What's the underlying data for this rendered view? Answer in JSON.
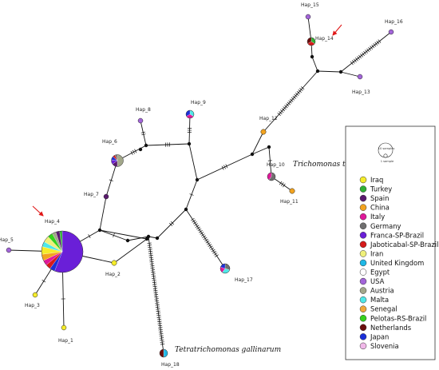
{
  "colors": {
    "Iraq": "#f5ec2a",
    "Turkey": "#2fb034",
    "Spain": "#5a1a6e",
    "China": "#f2a31f",
    "Italy": "#e0189a",
    "Germany": "#6f6f6f",
    "Franca-SP-Brazil": "#6a1fd8",
    "Jaboticabal-SP-Brazil": "#d61a1a",
    "Iran": "#eff07a",
    "United Kingdom": "#1fb8e6",
    "Egypt": "#ffffff",
    "USA": "#a365d9",
    "Austria": "#a2a78a",
    "Malta": "#4fe8e8",
    "Senegal": "#f0a838",
    "Pelotas-RS-Brazil": "#35d11c",
    "Netherlands": "#6a0d0d",
    "Japan": "#1a2fd8",
    "Slovenia": "#f0b8e8"
  },
  "haplotypes": [
    {
      "label": "Hap_1",
      "composition": [
        {
          "country": "Iraq",
          "share": 1
        }
      ]
    },
    {
      "label": "Hap_2",
      "composition": [
        {
          "country": "Iraq",
          "share": 1
        }
      ]
    },
    {
      "label": "Hap_3",
      "composition": [
        {
          "country": "Iraq",
          "share": 1
        }
      ]
    },
    {
      "label": "Hap_4",
      "composition": [
        {
          "country": "Franca-SP-Brazil",
          "share": 0.56
        },
        {
          "country": "Japan",
          "share": 0.04
        },
        {
          "country": "Jaboticabal-SP-Brazil",
          "share": 0.04
        },
        {
          "country": "Italy",
          "share": 0.04
        },
        {
          "country": "China",
          "share": 0.05
        },
        {
          "country": "Iraq",
          "share": 0.06
        },
        {
          "country": "Malta",
          "share": 0.04
        },
        {
          "country": "Iran",
          "share": 0.05
        },
        {
          "country": "Pelotas-RS-Brazil",
          "share": 0.04
        },
        {
          "country": "Austria",
          "share": 0.03
        },
        {
          "country": "Spain",
          "share": 0.03
        },
        {
          "country": "Turkey",
          "share": 0.02
        }
      ]
    },
    {
      "label": "Hap_5",
      "composition": [
        {
          "country": "USA",
          "share": 1
        }
      ]
    },
    {
      "label": "Hap_6",
      "composition": [
        {
          "country": "Austria",
          "share": 0.5
        },
        {
          "country": "Spain",
          "share": 0.15
        },
        {
          "country": "Franca-SP-Brazil",
          "share": 0.12
        },
        {
          "country": "Japan",
          "share": 0.1
        },
        {
          "country": "Jaboticabal-SP-Brazil",
          "share": 0.07
        },
        {
          "country": "Germany",
          "share": 0.06
        }
      ]
    },
    {
      "label": "Hap_7",
      "composition": [
        {
          "country": "Spain",
          "share": 1
        }
      ]
    },
    {
      "label": "Hap_8",
      "composition": [
        {
          "country": "USA",
          "share": 1
        }
      ]
    },
    {
      "label": "Hap_9",
      "composition": [
        {
          "country": "Malta",
          "share": 0.34
        },
        {
          "country": "Italy",
          "share": 0.33
        },
        {
          "country": "Japan",
          "share": 0.33
        }
      ]
    },
    {
      "label": "Hap_10",
      "composition": [
        {
          "country": "Germany",
          "share": 0.6
        },
        {
          "country": "Italy",
          "share": 0.4
        }
      ]
    },
    {
      "label": "Hap_11",
      "composition": [
        {
          "country": "China",
          "share": 1
        }
      ]
    },
    {
      "label": "Hap_12",
      "composition": [
        {
          "country": "China",
          "share": 1
        }
      ]
    },
    {
      "label": "Hap_13",
      "composition": [
        {
          "country": "USA",
          "share": 1
        }
      ]
    },
    {
      "label": "Hap_14",
      "composition": [
        {
          "country": "Turkey",
          "share": 0.34
        },
        {
          "country": "Jaboticabal-SP-Brazil",
          "share": 0.33
        },
        {
          "country": "Netherlands",
          "share": 0.33
        }
      ]
    },
    {
      "label": "Hap_15",
      "composition": [
        {
          "country": "USA",
          "share": 1
        }
      ]
    },
    {
      "label": "Hap_16",
      "composition": [
        {
          "country": "USA",
          "share": 1
        }
      ]
    },
    {
      "label": "Hap_17",
      "composition": [
        {
          "country": "Germany",
          "share": 0.3
        },
        {
          "country": "Malta",
          "share": 0.3
        },
        {
          "country": "Italy",
          "share": 0.2
        },
        {
          "country": "Japan",
          "share": 0.2
        }
      ]
    },
    {
      "label": "Hap_18",
      "composition": [
        {
          "country": "United Kingdom",
          "share": 0.5
        },
        {
          "country": "Netherlands",
          "share": 0.5
        }
      ]
    }
  ],
  "species_labels": {
    "tenax": "Trichomonas tenax",
    "gallinarum": "Tetratrichomonas gallinarum"
  },
  "legend": {
    "size_scale": {
      "large": "10 samples",
      "small": "1 sample"
    },
    "entries": [
      "Iraq",
      "Turkey",
      "Spain",
      "China",
      "Italy",
      "Germany",
      "Franca-SP-Brazil",
      "Jaboticabal-SP-Brazil",
      "Iran",
      "United Kingdom",
      "Egypt",
      "USA",
      "Austria",
      "Malta",
      "Senegal",
      "Pelotas-RS-Brazil",
      "Netherlands",
      "Japan",
      "Slovenia"
    ]
  }
}
